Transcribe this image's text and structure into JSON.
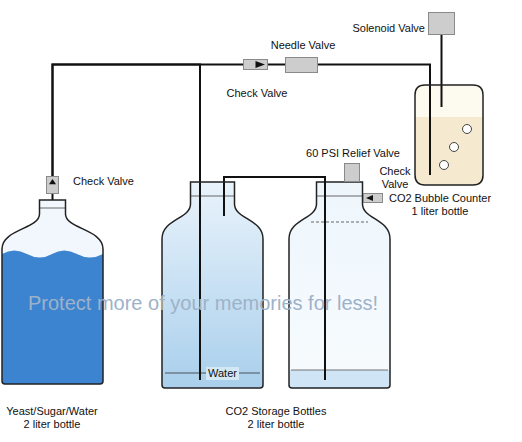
{
  "diagram": {
    "nodes": [
      {
        "text": [
          "Solenoid Valve"
        ]
      },
      {
        "text": [
          "Needle Valve"
        ]
      },
      {
        "text": [
          "Check Valve"
        ]
      },
      {
        "text": [
          "CO2 Bubble Counter 1 liter bottle"
        ]
      },
      {
        "text": [
          "60 PSI Relief Valve"
        ]
      },
      {
        "text": [
          "Check Valve"
        ]
      },
      {
        "text": [
          "Check Valve"
        ]
      },
      {
        "text": [
          "Yeast/Sugar/Water 2 liter bottle"
        ]
      },
      {
        "text": [
          "CO2 Storage Bottles 2 liter bottle"
        ]
      }
    ],
    "edges": [
      {
        "from": 7,
        "to": 5,
        "arrow": "none"
      },
      {
        "from": 5,
        "to": 2,
        "arrow": "none"
      },
      {
        "from": 2,
        "to": 1,
        "arrow": "none"
      },
      {
        "from": 1,
        "to": 3,
        "arrow": "none"
      },
      {
        "from": 0,
        "to": 3,
        "arrow": "none"
      },
      {
        "from": 5,
        "to": 8,
        "arrow": "none"
      }
    ],
    "labels": [
      "Water",
      "Protect more of your memories for less!"
    ]
  }
}
